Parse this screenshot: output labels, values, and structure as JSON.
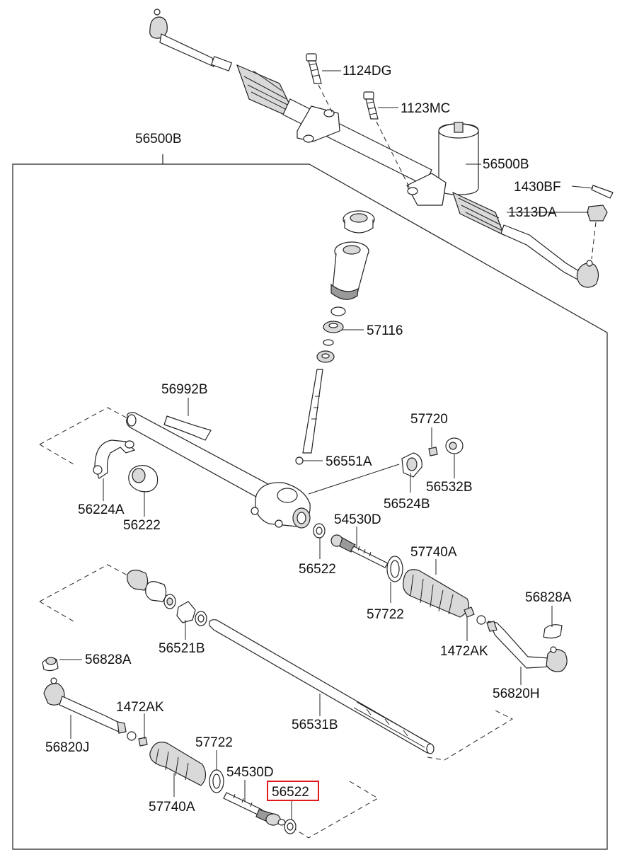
{
  "labels": {
    "top_1124DG": "1124DG",
    "top_1123MC": "1123MC",
    "top_56500B_frame": "56500B",
    "top_56500B_gear": "56500B",
    "top_1430BF": "1430BF",
    "top_1313DA": "1313DA",
    "p57116": "57116",
    "p56992B": "56992B",
    "p57720": "57720",
    "p56551A": "56551A",
    "p56532B": "56532B",
    "p56524B": "56524B",
    "p56224A": "56224A",
    "p56222": "56222",
    "p54530D_upper": "54530D",
    "p57740A_upper": "57740A",
    "p56522_upper": "56522",
    "p57722_upper": "57722",
    "p56828A_right": "56828A",
    "p56521B": "56521B",
    "p1472AK_right": "1472AK",
    "p56828A_left": "56828A",
    "p56820H": "56820H",
    "p1472AK_left": "1472AK",
    "p56531B": "56531B",
    "p56820J": "56820J",
    "p57722_lower": "57722",
    "p54530D_lower": "54530D",
    "p56522_lower_highlighted": "56522",
    "p57740A_lower": "57740A"
  },
  "highlight_color": "#e01b1b"
}
